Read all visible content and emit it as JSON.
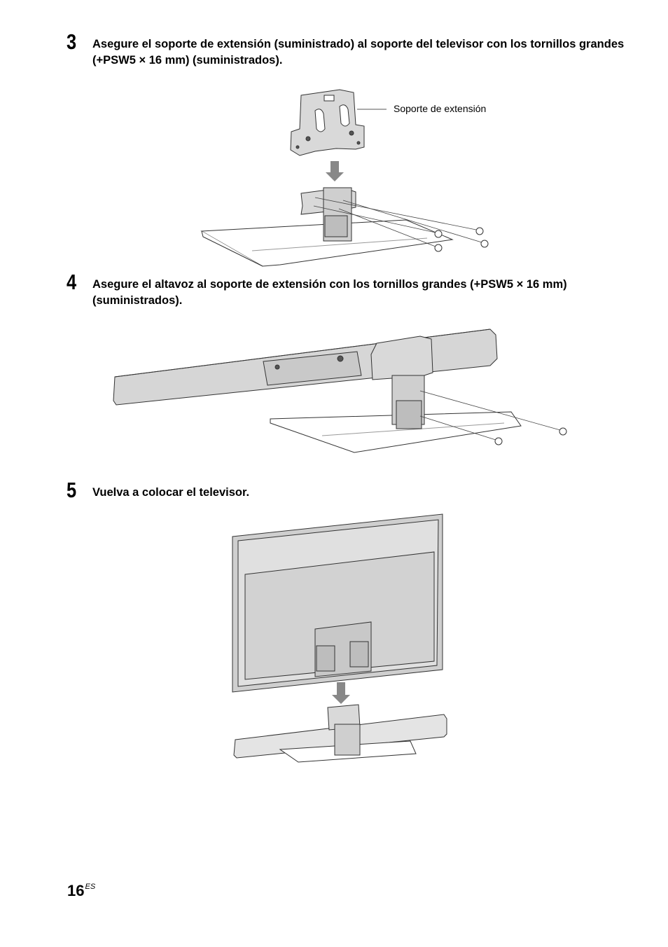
{
  "steps": [
    {
      "number": "3",
      "text": "Asegure el soporte de extensión (suministrado) al soporte del televisor con los tornillos grandes (+PSW5 × 16 mm) (suministrados)."
    },
    {
      "number": "4",
      "text": "Asegure el altavoz al soporte de extensión con los tornillos grandes (+PSW5 × 16 mm) (suministrados)."
    },
    {
      "number": "5",
      "text": "Vuelva a colocar el televisor."
    }
  ],
  "figure1": {
    "callout": "Soporte de extensión"
  },
  "footer": {
    "page_number": "16",
    "language_code": "ES"
  }
}
